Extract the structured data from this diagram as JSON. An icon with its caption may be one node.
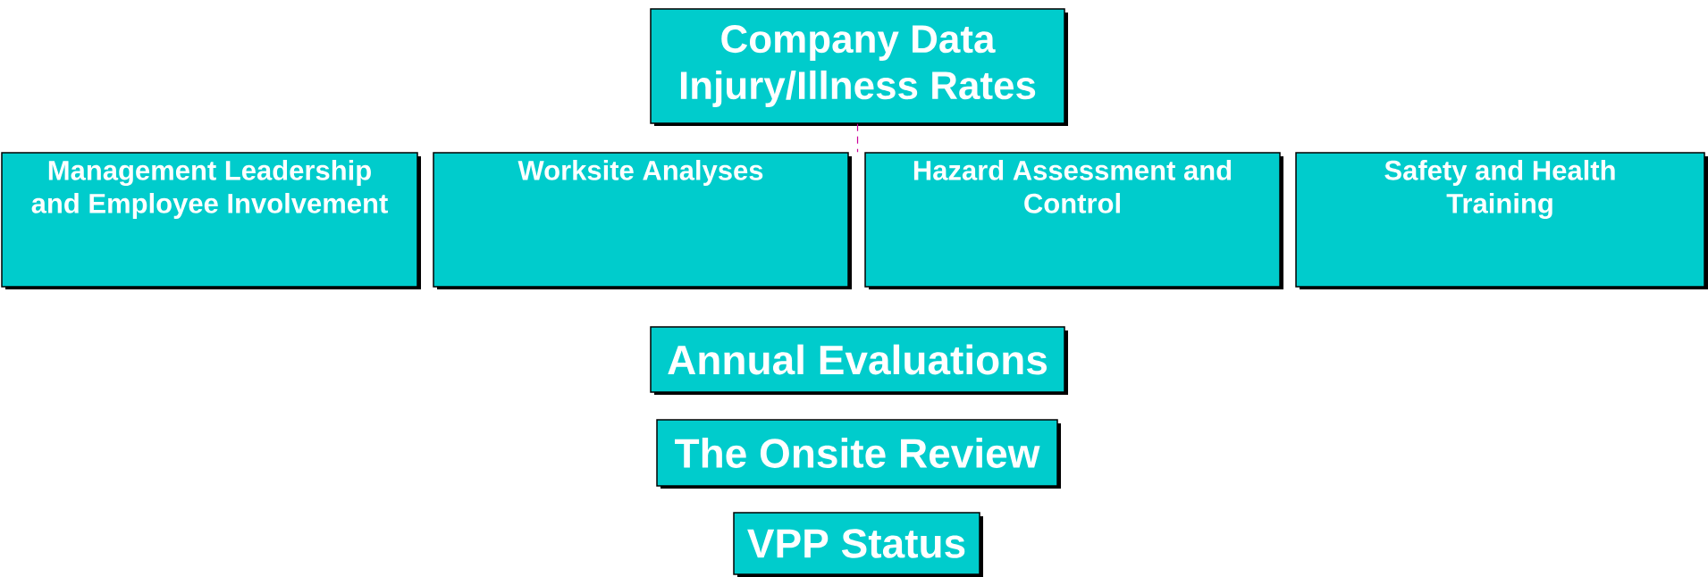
{
  "diagram": {
    "nodes": [
      {
        "text": [
          "Company Data Injury/Illness Rates"
        ]
      },
      {
        "text": [
          "Management Leadership and Employee Involvement"
        ]
      },
      {
        "text": [
          "Worksite Analyses"
        ]
      },
      {
        "text": [
          "Hazard Assessment and Control"
        ]
      },
      {
        "text": [
          "Safety and Health Training"
        ]
      },
      {
        "text": [
          "Annual Evaluations"
        ]
      },
      {
        "text": [
          "The Onsite Review"
        ]
      },
      {
        "text": [
          "VPP Status"
        ]
      }
    ],
    "edges": [
      {
        "from": 0,
        "to": 3,
        "arrow": "none",
        "style": "dashed",
        "color": "#cc0099"
      }
    ]
  }
}
